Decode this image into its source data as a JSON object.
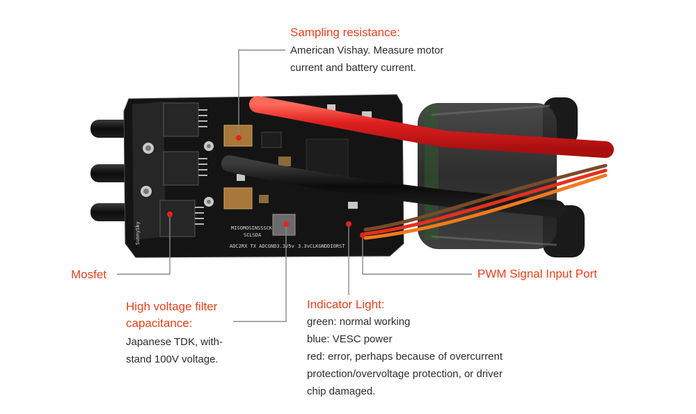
{
  "callouts": {
    "sampling": {
      "title": "Sampling resistance:",
      "lines": [
        "American Vishay. Measure motor",
        "current and battery current."
      ]
    },
    "mosfet": {
      "title": "Mosfet"
    },
    "capacitance": {
      "title_lines": [
        "High voltage filter",
        "capacitance:"
      ],
      "lines": [
        "Japanese TDK, with-",
        "stand 100V voltage."
      ]
    },
    "indicator": {
      "title": "Indicator Light:",
      "lines": [
        "green: normal working",
        "blue: VESC power",
        "red: error, perhaps because of overcurrent",
        "protection/overvoltage protection, or driver",
        "chip damaged."
      ]
    },
    "pwm": {
      "title": "PWM Signal Input Port"
    }
  },
  "silkscreen": {
    "row1": "MISOMOSINSSSCK",
    "row2": "SCLSDA",
    "row3": "ADC2RX TX ADCGND3.3V5v",
    "row4": "3.3vCLKGNDDIORST",
    "brand": "SunnySky"
  },
  "colors": {
    "accent": "#e8401c",
    "leader": "#8a8a8a",
    "marker": "#e8221c",
    "board": "#141414",
    "wire_red": "#e02020"
  }
}
